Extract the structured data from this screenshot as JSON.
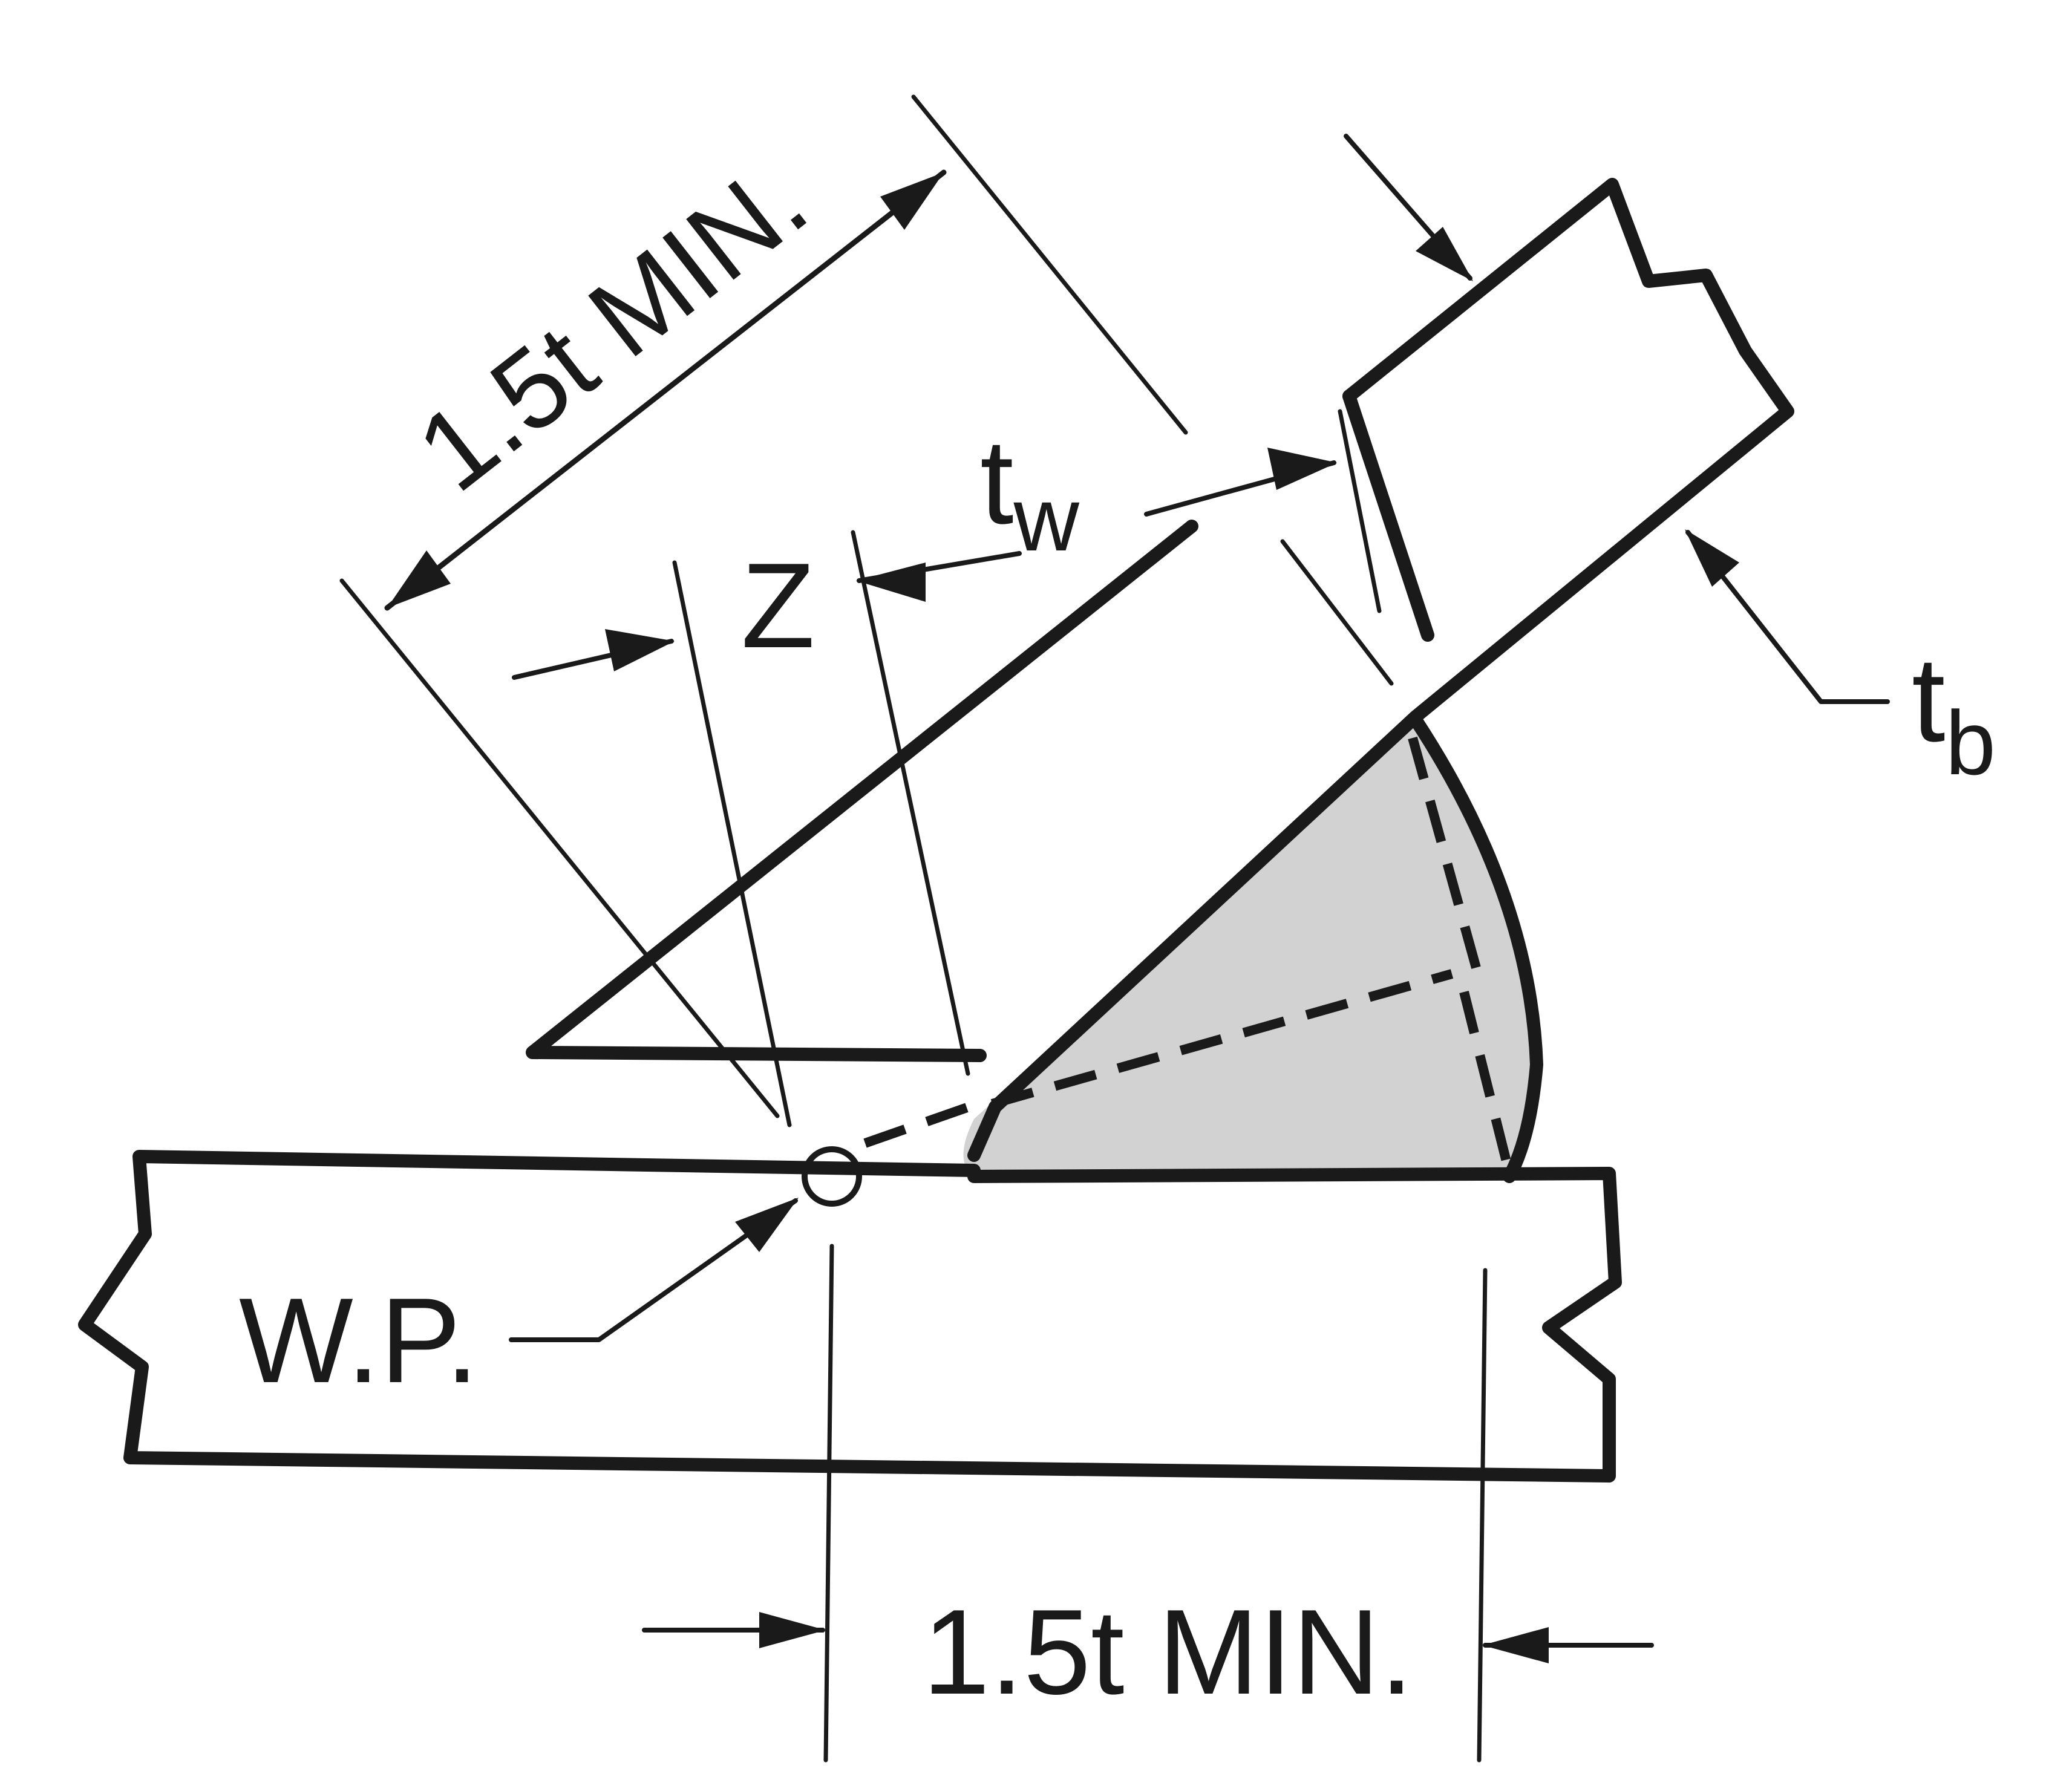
{
  "labels": {
    "diag_min": "1.5t MIN.",
    "bottom_min": "1.5t MIN.",
    "tw_main": "t",
    "tw_sub": "w",
    "tb_main": "t",
    "tb_sub": "b",
    "z": "Z",
    "wp": "W.P."
  },
  "colors": {
    "line": "#1a1a1a",
    "weld_fill": "#d2d2d2",
    "background": "#ffffff"
  }
}
